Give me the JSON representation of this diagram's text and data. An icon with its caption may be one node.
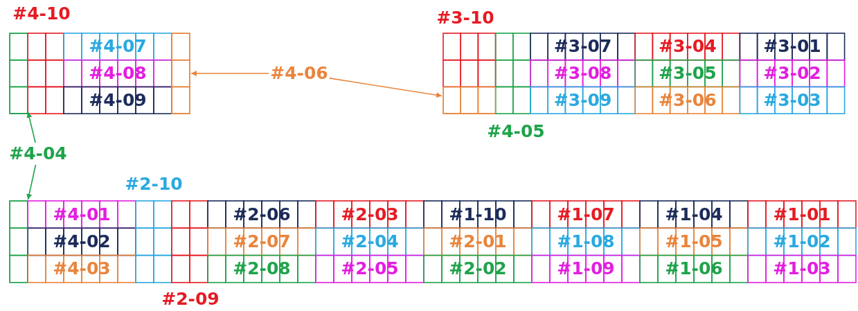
{
  "diagram": {
    "nodes": [
      {
        "text": [
          "#4-06"
        ]
      },
      {
        "text": [],
        "shape": "box"
      },
      {
        "text": [],
        "shape": "box"
      },
      {
        "text": [
          "#4-04"
        ]
      },
      {
        "text": [],
        "shape": "box"
      },
      {
        "text": [],
        "shape": "box"
      }
    ],
    "edges": [
      {
        "from": 0,
        "to": 1,
        "arrow": "to",
        "color": "#e8853d"
      },
      {
        "from": 0,
        "to": 2,
        "arrow": "to",
        "color": "#e8853d"
      },
      {
        "from": 3,
        "to": 4,
        "arrow": "to",
        "color": "#1fa34a"
      },
      {
        "from": 3,
        "to": 5,
        "arrow": "to",
        "color": "#1fa34a"
      }
    ],
    "labels": [
      "#4-10",
      "#3-10",
      "#4-07",
      "#3-07",
      "#3-04",
      "#3-01",
      "#4-08",
      "#3-08",
      "#3-05",
      "#3-02",
      "#4-09",
      "#3-09",
      "#3-06",
      "#3-03",
      "#4-05",
      "#2-10",
      "#4-01",
      "#2-06",
      "#2-03",
      "#1-10",
      "#1-07",
      "#1-04",
      "#1-01",
      "#4-02",
      "#2-07",
      "#2-04",
      "#2-01",
      "#1-08",
      "#1-05",
      "#1-02",
      "#4-03",
      "#2-08",
      "#2-05",
      "#2-02",
      "#1-09",
      "#1-06",
      "#1-03",
      "#2-09"
    ]
  }
}
